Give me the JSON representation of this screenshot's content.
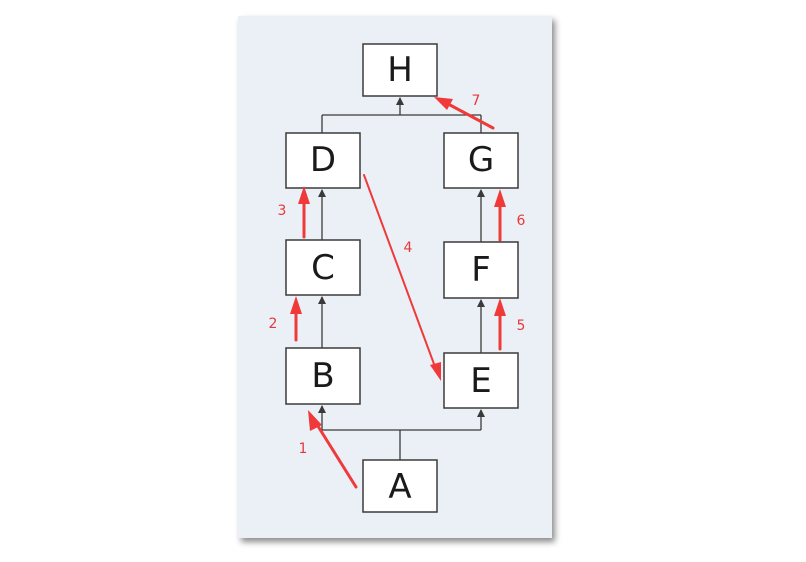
{
  "nodes": {
    "A": "A",
    "B": "B",
    "C": "C",
    "D": "D",
    "E": "E",
    "F": "F",
    "G": "G",
    "H": "H"
  },
  "steps": [
    "1",
    "2",
    "3",
    "4",
    "5",
    "6",
    "7"
  ],
  "colors": {
    "panel": "#ebf0f6",
    "edge": "#3a3a3a",
    "highlight": "#f03a3a"
  }
}
